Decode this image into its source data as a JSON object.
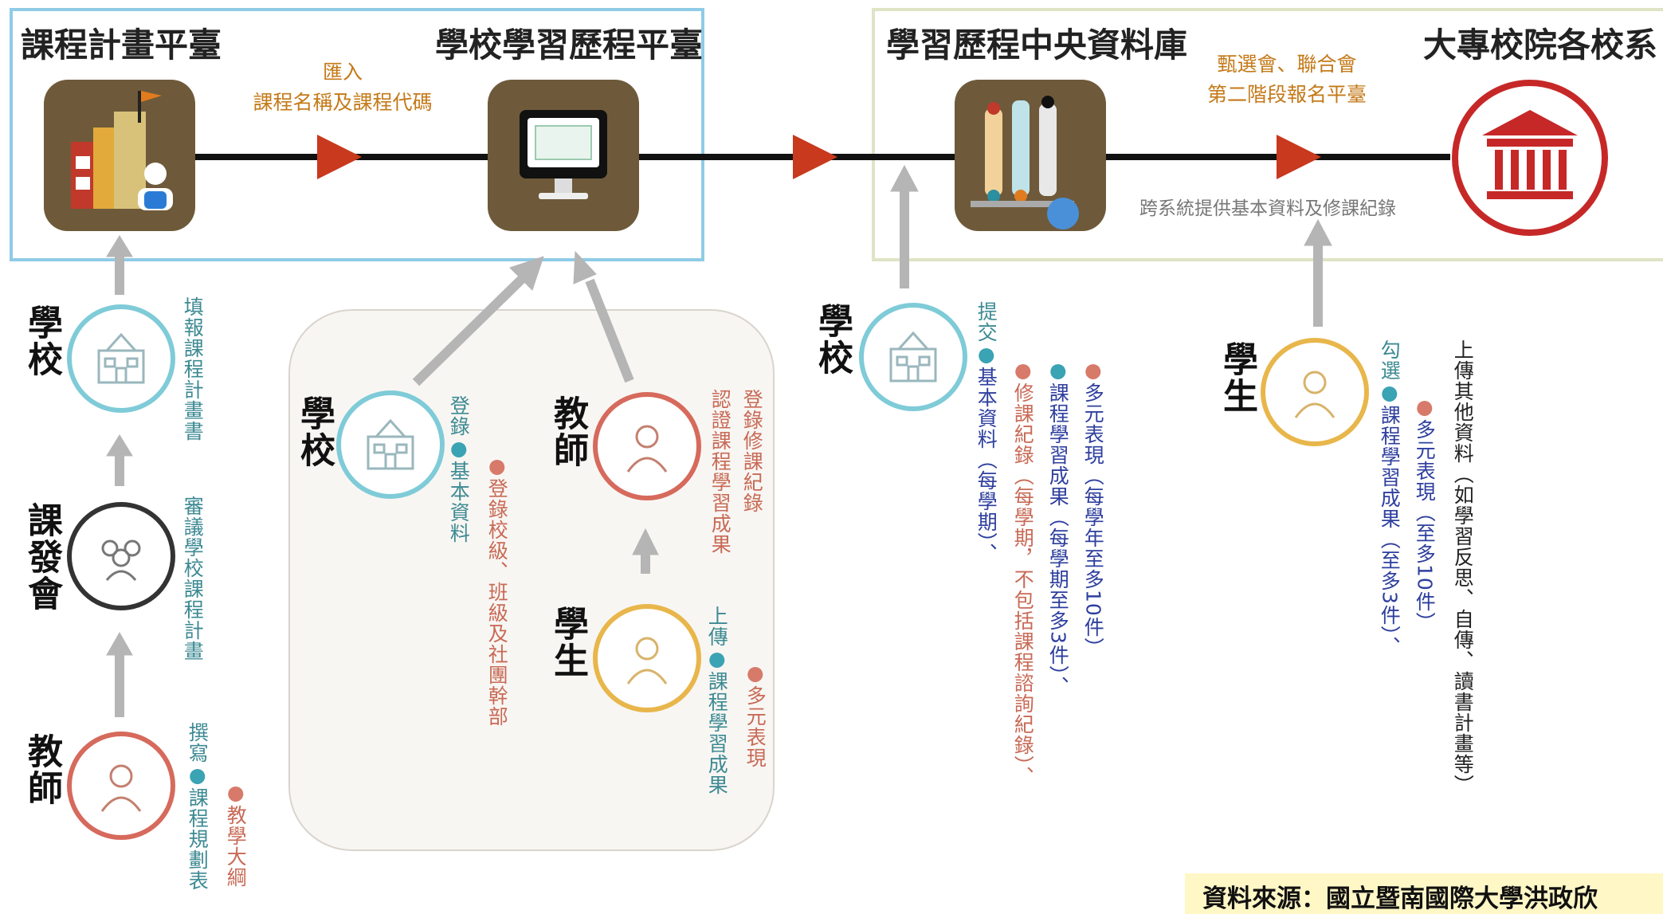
{
  "stages": {
    "course_platform": "課程計畫平臺",
    "school_platform": "學校學習歷程平臺",
    "central_db": "學習歷程中央資料庫",
    "universities": "大專校院各校系"
  },
  "flow_labels": {
    "import_title": "匯入",
    "import_detail": "課程名稱及課程代碼",
    "screening_1": "甄選會、聯合會",
    "screening_2": "第二階段報名平臺",
    "cross_system": "跨系統提供基本資料及修課紀錄"
  },
  "roles": {
    "school": "學校",
    "committee": "課發會",
    "teacher": "教師",
    "student": "學生"
  },
  "left_column": {
    "school_action": "填報課程計畫書",
    "committee_action": "審議學校課程計畫",
    "teacher_verb": "撰寫",
    "teacher_item1": "課程規劃表",
    "teacher_item2": "教學大綱"
  },
  "middle_group": {
    "school_verb": "登錄",
    "school_item1": "基本資料",
    "school_item2": "登錄校級、班級及社團幹部",
    "teacher_line1": "登錄修課紀錄",
    "teacher_line2": "認證課程學習成果",
    "student_verb": "上傳",
    "student_item1": "課程學習成果",
    "student_item2": "多元表現"
  },
  "central_school": {
    "verb": "提交",
    "item1": "基本資料（每學期）",
    "item1_tail": "、",
    "item2": "修課紀錄（每學期，不包括課程諮詢紀錄）",
    "item2_tail": "、",
    "item3": "課程學習成果（每學期至多3件）",
    "item3_tail": "、",
    "item4": "多元表現（每學年至多10件）"
  },
  "student_right": {
    "verb": "勾選",
    "item1": "課程學習成果（至多3件）",
    "item1_tail": "、",
    "item2": "多元表現（至多10件）",
    "upload_other": "上傳其他資料（如學習反思、自傳、讀書計畫等）"
  },
  "bullet": "●",
  "source_note": "資料來源：國立暨南國際大學洪政欣",
  "colors": {
    "arrow_red": "#c8391d",
    "tile_brown": "#6e5a3a",
    "school_teal": "#7fcbd8",
    "teacher_red": "#d66a5c",
    "student_gold": "#e8b64b"
  }
}
